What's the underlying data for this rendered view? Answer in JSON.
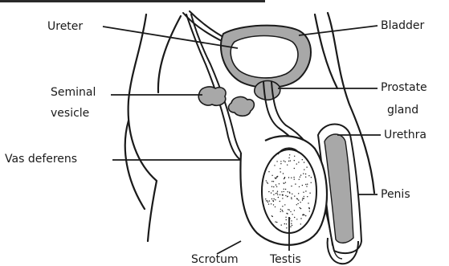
{
  "labels": {
    "ureter": "Ureter",
    "bladder": "Bladder",
    "seminal_line1": "Seminal",
    "seminal_line2": "vesicle",
    "prostate_line1": "Prostate",
    "prostate_line2": "gland",
    "urethra": "Urethra",
    "vas_deferens": "Vas deferens",
    "penis": "Penis",
    "scrotum": "Scrotum",
    "testis": "Testis"
  },
  "colors": {
    "stroke": "#1a1a1a",
    "organ_fill": "#a8a8a8",
    "background": "#ffffff"
  }
}
